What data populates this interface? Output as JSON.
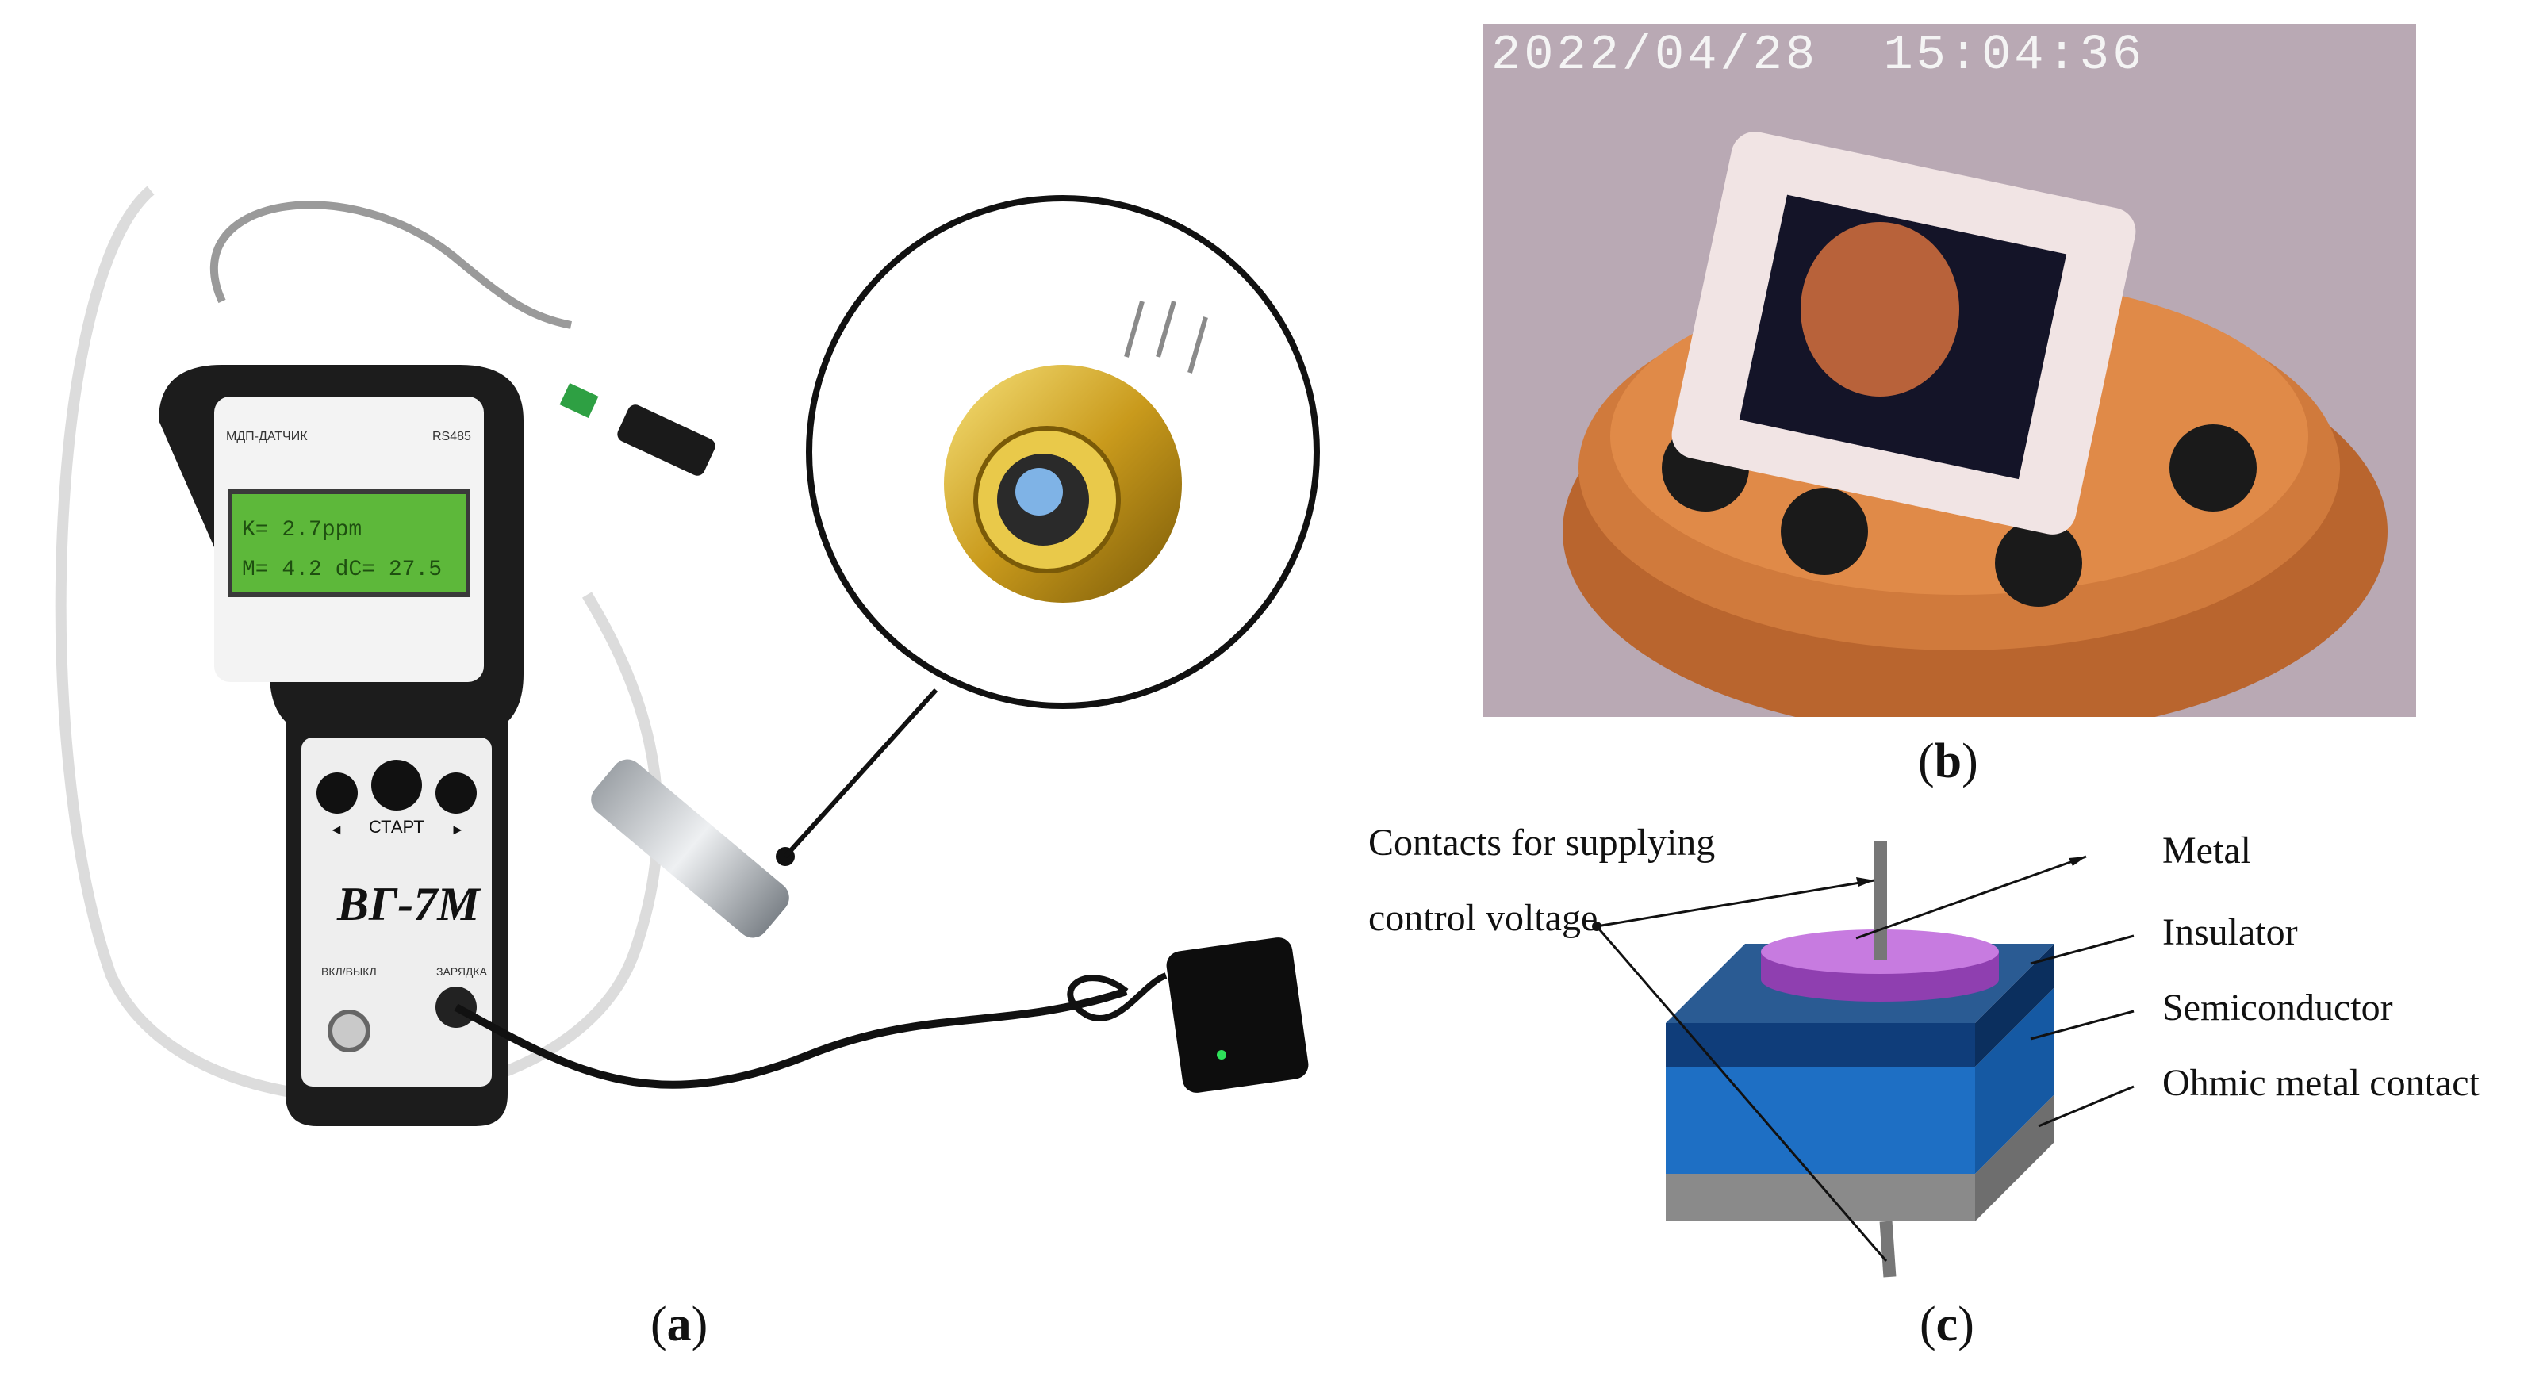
{
  "panel_a": {
    "caption_letter": "a",
    "device": {
      "top_left_label": "МДП-ДАТЧИК",
      "top_right_label": "RS485",
      "lcd_line1": "K=  2.7ppm",
      "lcd_line2": "M=  4.2 dC= 27.5",
      "start_label": "СТАРТ",
      "left_arrow": "◄",
      "right_arrow": "►",
      "model": "ВГ-7М",
      "power_label": "ВКЛ/ВЫКЛ",
      "charge_label": "ЗАРЯДКА"
    }
  },
  "panel_b": {
    "caption_letter": "b",
    "timestamp": "2022/04/28  15:04:36"
  },
  "panel_c": {
    "caption_letter": "c",
    "labels": {
      "contacts_line1": "Contacts for supplying",
      "contacts_line2": "control voltage",
      "metal": "Metal",
      "insulator": "Insulator",
      "semiconductor": "Semiconductor",
      "ohmic": "Ohmic metal contact"
    },
    "colors": {
      "metal": "#a855c8",
      "insulator": "#0f3d7a",
      "semiconductor": "#1e6fc4",
      "ohmic": "#8a8a8a"
    }
  }
}
